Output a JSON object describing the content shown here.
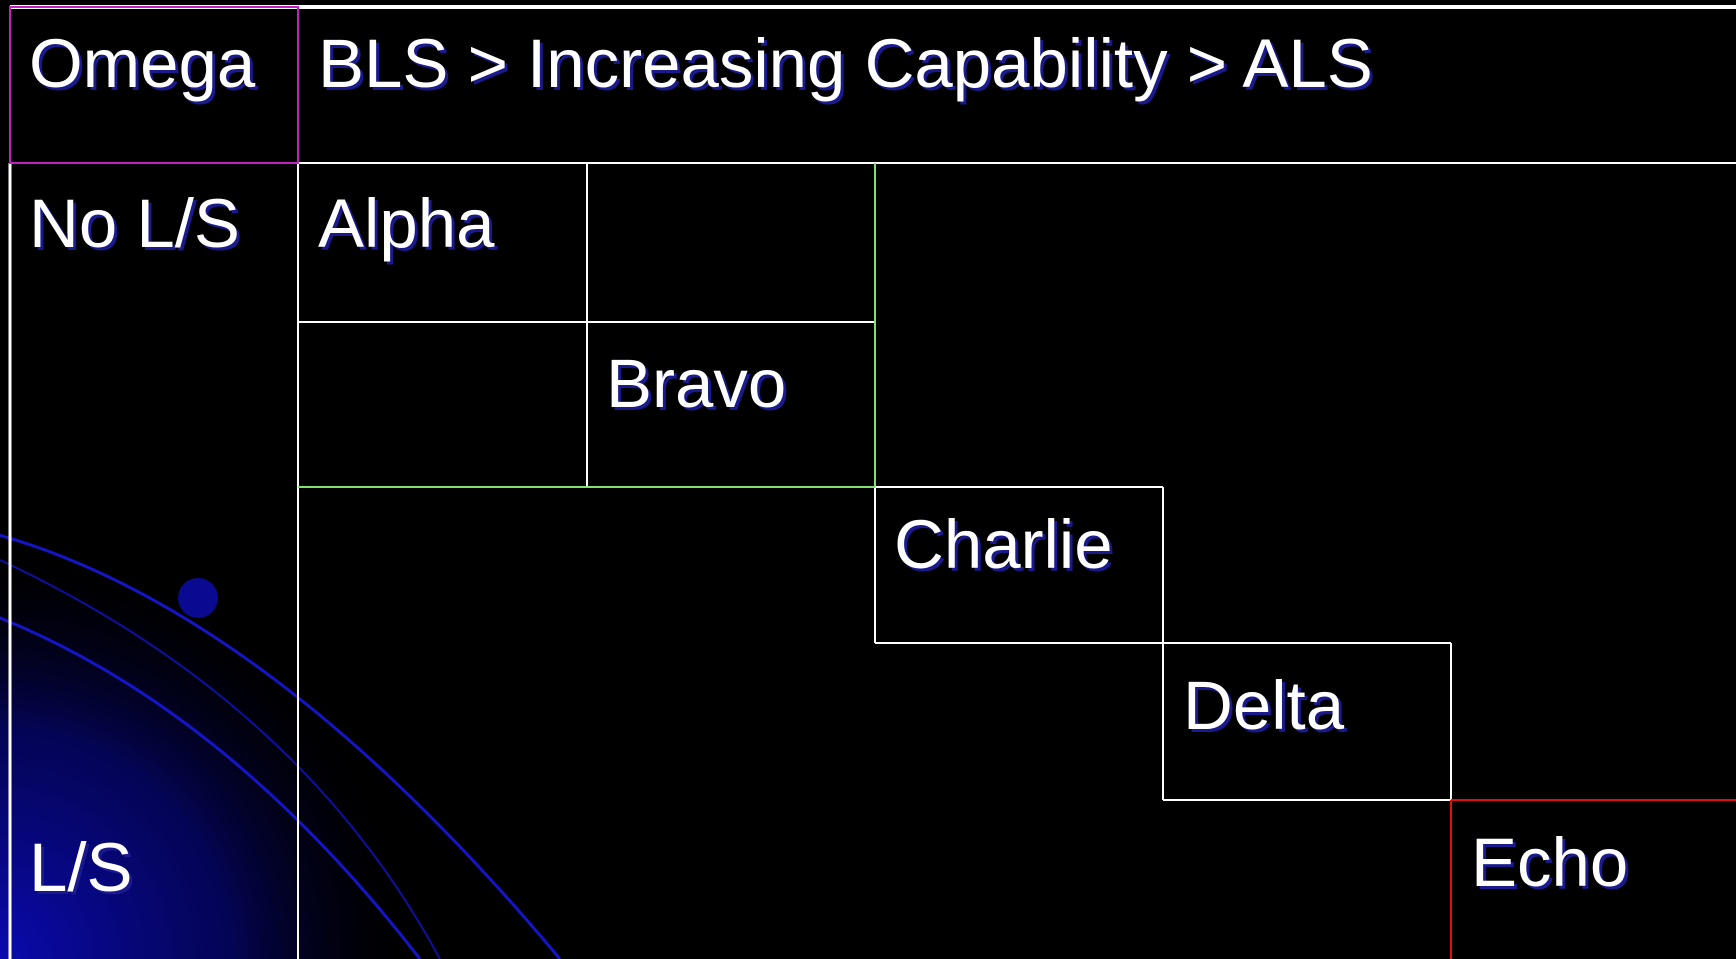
{
  "header": {
    "corner_label": "Omega",
    "scale_title": "BLS > Increasing Capability > ALS"
  },
  "rows": {
    "top_label": "No L/S",
    "bottom_label": "L/S"
  },
  "cells": {
    "alpha": "Alpha",
    "bravo": "Bravo",
    "charlie": "Charlie",
    "delta": "Delta",
    "echo": "Echo"
  },
  "colors": {
    "background": "#000000",
    "grid_line": "#ffffff",
    "omega_border": "#c020c0",
    "bravo_group_border": "#80e070",
    "echo_border": "#e01010",
    "text_shadow": "#1a1a8c",
    "decor_arc": "#1010c0"
  }
}
